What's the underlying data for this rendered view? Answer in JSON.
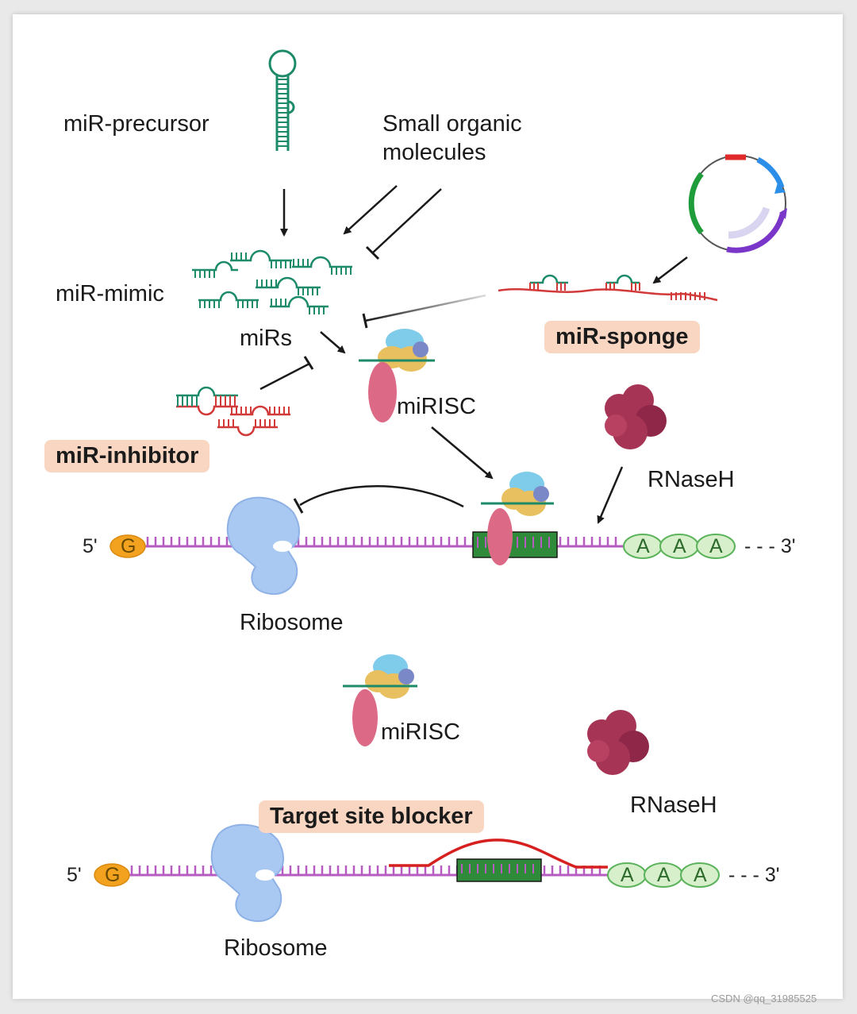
{
  "labels": {
    "mir_precursor": "miR-precursor",
    "small_organic_line1": "Small organic",
    "small_organic_line2": "molecules",
    "mir_mimic": "miR-mimic",
    "mirs": "miRs",
    "mir_sponge": "miR-sponge",
    "mir_inhibitor": "miR-inhibitor",
    "mirisc_top": "miRISC",
    "rnaseh_top": "RNaseH",
    "five_prime_top": "5'",
    "cap_top": "G",
    "polya_top": [
      "A",
      "A",
      "A"
    ],
    "three_prime_top": "- - - 3'",
    "ribosome_top": "Ribosome",
    "mirisc_bottom": "miRISC",
    "rnaseh_bottom": "RNaseH",
    "target_site_blocker": "Target site blocker",
    "five_prime_bottom": "5'",
    "cap_bottom": "G",
    "polya_bottom": [
      "A",
      "A",
      "A"
    ],
    "three_prime_bottom": "- - - 3'",
    "ribosome_bottom": "Ribosome",
    "watermark": "CSDN @qq_31985525"
  },
  "colors": {
    "mirna_strand": "#1d8a6a",
    "inhibitor_strand": "#d23a3a",
    "mrna": "#b65cc0",
    "target_site": "#2f8a3a",
    "cap": "#f2a21f",
    "polya": "#d7efcb",
    "ribosome": "#a9c8f2",
    "rnaseh": "#a63555",
    "tag_background": "#f9d6c2",
    "plasmid_green": "#1f9d3a",
    "plasmid_blue": "#2b8ee8",
    "plasmid_purple": "#7a36c8",
    "plasmid_red": "#e02a2a"
  }
}
